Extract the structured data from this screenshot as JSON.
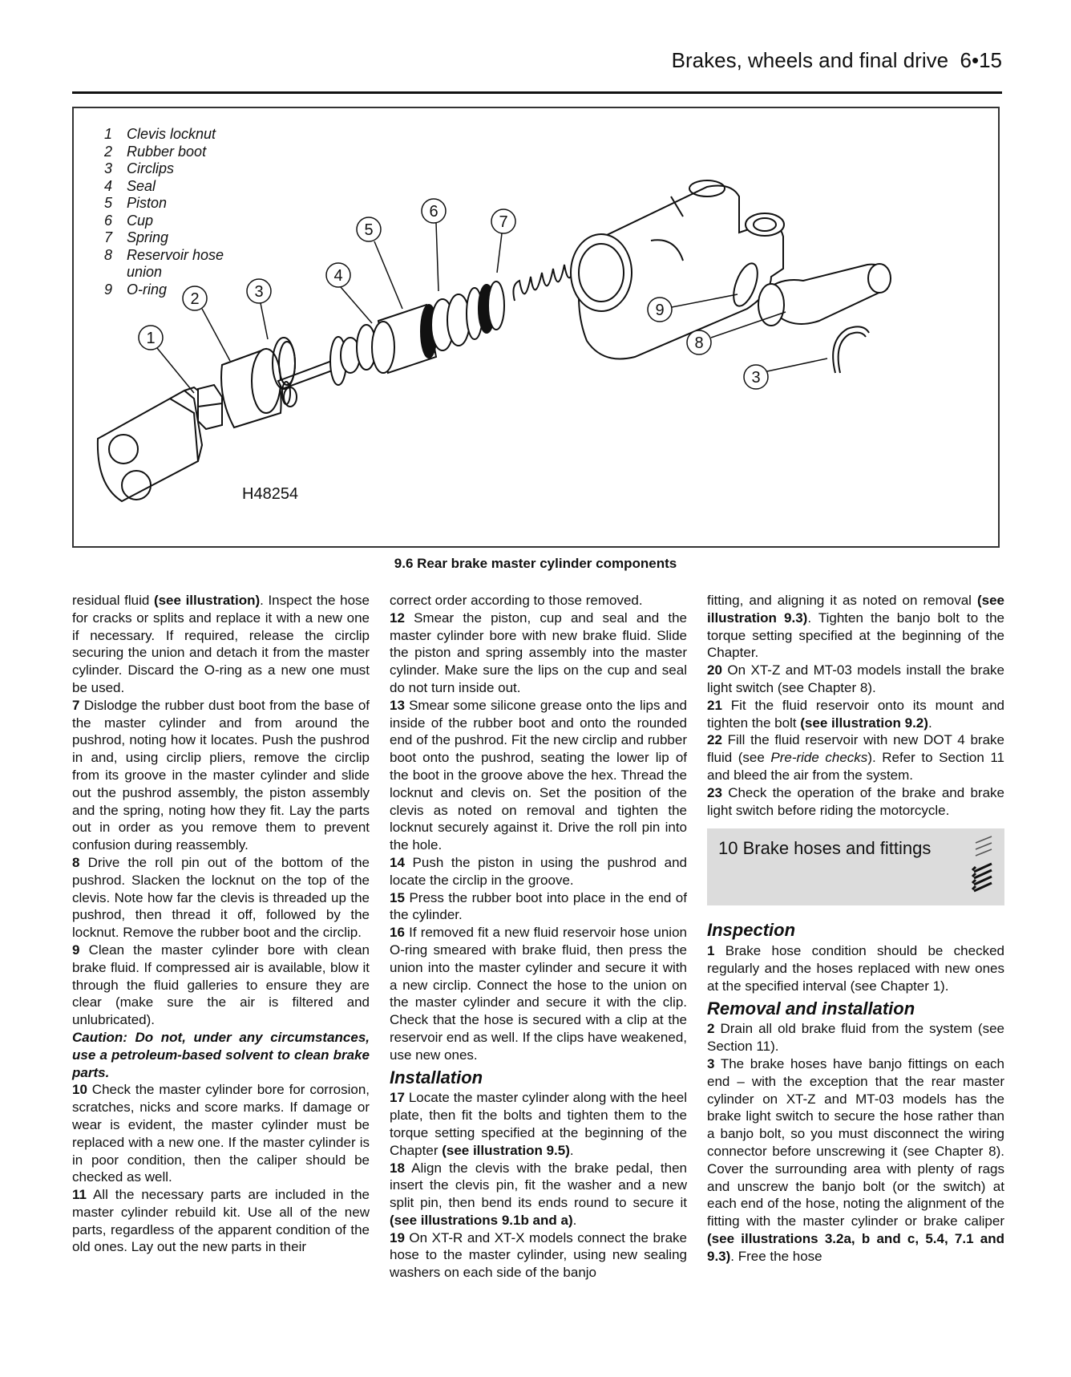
{
  "header": {
    "title": "Brakes, wheels and final drive",
    "page": "6•15"
  },
  "figure": {
    "legend": [
      {
        "num": "1",
        "label": "Clevis locknut"
      },
      {
        "num": "2",
        "label": "Rubber boot"
      },
      {
        "num": "3",
        "label": "Circlips"
      },
      {
        "num": "4",
        "label": "Seal"
      },
      {
        "num": "5",
        "label": "Piston"
      },
      {
        "num": "6",
        "label": "Cup"
      },
      {
        "num": "7",
        "label": "Spring"
      },
      {
        "num": "8",
        "label": "Reservoir hose"
      },
      {
        "num": "",
        "label": "union"
      },
      {
        "num": "9",
        "label": "O-ring"
      }
    ],
    "code": "H48254",
    "callouts": [
      "1",
      "2",
      "3",
      "4",
      "5",
      "6",
      "7",
      "9",
      "8",
      "3"
    ],
    "caption": "9.6 Rear brake master cylinder components"
  },
  "col1": [
    "residual fluid <b>(see illustration)</b>. Inspect the hose for cracks or splits and replace it with a new one if necessary. If required, release the circlip securing the union and detach it from the master cylinder. Discard the O-ring as a new one must be used.",
    "<b>7</b> Dislodge the rubber dust boot from the base of the master cylinder and from around the pushrod, noting how it locates. Push the pushrod in and, using circlip pliers, remove the circlip from its groove in the master cylinder and slide out the pushrod assembly, the piston assembly and the spring, noting how they fit. Lay the parts out in order as you remove them to prevent confusion during reassembly.",
    "<b>8</b> Drive the roll pin out of the bottom of the pushrod. Slacken the locknut on the top of the clevis. Note how far the clevis is threaded up the pushrod, then thread it off, followed by the locknut. Remove the rubber boot and the circlip.",
    "<b>9</b> Clean the master cylinder bore with clean brake fluid. If compressed air is available, blow it through the fluid galleries to ensure they are clear (make sure the air is filtered and unlubricated).",
    "<b><i>Caution: Do not, under any circumstances, use a petroleum-based solvent to clean brake parts.</i></b>",
    "<b>10</b> Check the master cylinder bore for corrosion, scratches, nicks and score marks. If damage or wear is evident, the master cylinder must be replaced with a new one. If the master cylinder is in poor condition, then the caliper should be checked as well.",
    "<b>11</b> All the necessary parts are included in the master cylinder rebuild kit. Use all of the new parts, regardless of the apparent condition of the old ones. Lay out the new parts in their"
  ],
  "col2a": [
    "correct order according to those removed.",
    "<b>12</b> Smear the piston, cup and seal and the master cylinder bore with new brake fluid. Slide the piston and spring assembly into the master cylinder. Make sure the lips on the cup and seal do not turn inside out.",
    "<b>13</b> Smear some silicone grease onto the lips and inside of the rubber boot and onto the rounded end of the pushrod. Fit the new circlip and rubber boot onto the pushrod, seating the lower lip of the boot in the groove above the hex. Thread the locknut and clevis on. Set the position of the clevis as noted on removal and tighten the locknut securely against it. Drive the roll pin into the hole.",
    "<b>14</b> Push the piston in using the pushrod and locate the circlip in the groove.",
    "<b>15</b> Press the rubber boot into place in the end of the cylinder.",
    "<b>16</b> If removed fit a new fluid reservoir hose union O-ring smeared with brake fluid, then press the union into the master cylinder and secure it with a new circlip. Connect the hose to the union on the master cylinder and secure it with the clip. Check that the hose is secured with a clip at the reservoir end as well. If the clips have weakened, use new ones."
  ],
  "h_installation": "Installation",
  "col2b": [
    "<b>17</b> Locate the master cylinder along with the heel plate, then fit the bolts and tighten them to the torque setting specified at the beginning of the Chapter <b>(see illustration 9.5)</b>.",
    "<b>18</b> Align the clevis with the brake pedal, then insert the clevis pin, fit the washer and a new split pin, then bend its ends round to secure it <b>(see illustrations 9.1b and a)</b>.",
    "<b>19</b> On XT-R and XT-X models connect the brake hose to the master cylinder, using new sealing washers on each side of the banjo"
  ],
  "col3a": [
    "fitting, and aligning it as noted on removal <b>(see illustration 9.3)</b>. Tighten the banjo bolt to the torque setting specified at the beginning of the Chapter.",
    "<b>20</b> On XT-Z and MT-03 models install the brake light switch (see Chapter 8).",
    "<b>21</b> Fit the fluid reservoir onto its mount and tighten the bolt <b>(see illustration 9.2)</b>.",
    "<b>22</b> Fill the fluid reservoir with new DOT 4 brake fluid (see <i>Pre-ride checks</i>). Refer to Section 11 and bleed the air from the system.",
    "<b>23</b> Check the operation of the brake and brake light switch before riding the motorcycle."
  ],
  "section_title": "10 Brake hoses and fittings",
  "h_inspection": "Inspection",
  "col3b": [
    "<b>1</b> Brake hose condition should be checked regularly and the hoses replaced with new ones at the specified interval (see Chapter 1)."
  ],
  "h_removal": "Removal and installation",
  "col3c": [
    "<b>2</b> Drain all old brake fluid from the system (see Section 11).",
    "<b>3</b> The brake hoses have banjo fittings on each end – with the exception that the rear master cylinder on XT-Z and MT-03 models has the brake light switch to secure the hose rather than a banjo bolt, so you must disconnect the wiring connector before unscrewing it (see Chapter 8). Cover the surrounding area with plenty of rags and unscrew the banjo bolt (or the switch) at each end of the hose, noting the alignment of the fitting with the master cylinder or brake caliper <b>(see illustrations 3.2a, b and c, 5.4, 7.1 and 9.3)</b>. Free the hose"
  ],
  "icons": {
    "difficulty": "spanner-rating-icon"
  }
}
